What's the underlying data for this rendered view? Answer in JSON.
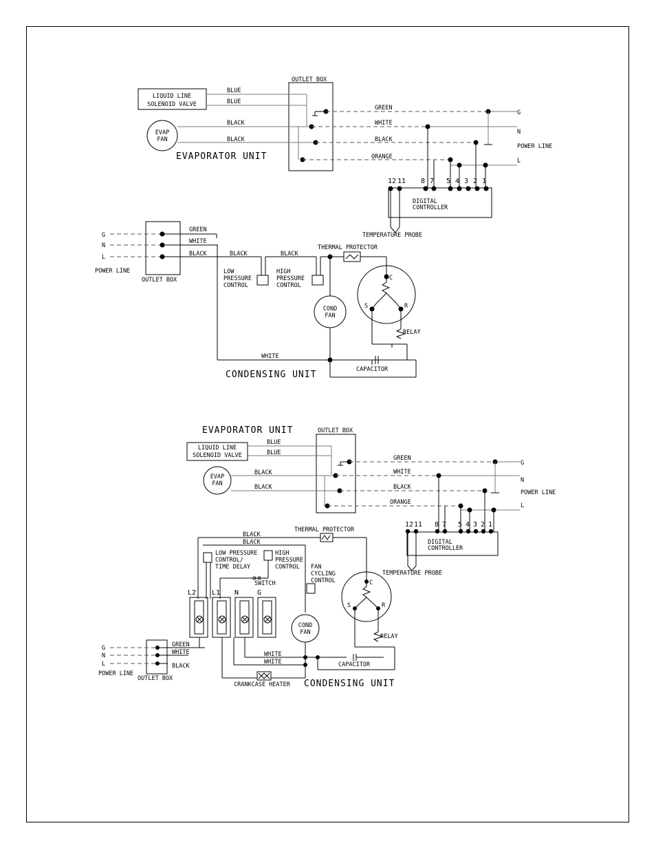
{
  "top": {
    "components": {
      "liquid_line": [
        "LIQUID LINE",
        "SOLENOID VALVE"
      ],
      "evap_fan": [
        "EVAP",
        "FAN"
      ],
      "outlet_box": "OUTLET BOX",
      "evaporator_unit": "EVAPORATOR UNIT",
      "digital_controller": [
        "DIGITAL",
        "CONTROLLER"
      ],
      "temperature_probe": "TEMPERATURE PROBE",
      "outlet_box_2": "OUTLET BOX",
      "low_pressure": [
        "LOW",
        "PRESSURE",
        "CONTROL"
      ],
      "high_pressure": [
        "HIGH",
        "PRESSURE",
        "CONTROL"
      ],
      "thermal_protector": "THERMAL PROTECTOR",
      "cond_fan": [
        "COND",
        "FAN"
      ],
      "relay": "RELAY",
      "capacitor": "CAPACITOR",
      "condensing_unit": "CONDENSING UNIT"
    },
    "wires": {
      "blue1": "BLUE",
      "blue2": "BLUE",
      "black1": "BLACK",
      "black2": "BLACK",
      "green": "GREEN",
      "white": "WHITE",
      "black": "BLACK",
      "orange": "ORANGE",
      "c_green": "GREEN",
      "c_white": "WHITE",
      "c_black": "BLACK",
      "c_black2": "BLACK",
      "c_black3": "BLACK",
      "c_white2": "WHITE"
    },
    "power_line": {
      "label": "POWER LINE",
      "g": "G",
      "n": "N",
      "l": "L"
    },
    "power_line_2": {
      "label": "POWER LINE",
      "g": "G",
      "n": "N",
      "l": "L"
    },
    "terminals": [
      "12",
      "11",
      "8",
      "7",
      "5",
      "4",
      "3",
      "2",
      "1"
    ],
    "compressor": {
      "c": "C",
      "s": "S",
      "r": "R"
    }
  },
  "bottom": {
    "components": {
      "evaporator_unit": "EVAPORATOR UNIT",
      "outlet_box": "OUTLET BOX",
      "liquid_line": [
        "LIQUID LINE",
        "SOLENOID VALVE"
      ],
      "evap_fan": [
        "EVAP",
        "FAN"
      ],
      "digital_controller": [
        "DIGITAL",
        "CONTROLLER"
      ],
      "thermal_protector": "THERMAL PROTECTOR",
      "low_pressure": [
        "LOW PRESSURE",
        "CONTROL/",
        "TIME DELAY"
      ],
      "high_pressure": [
        "HIGH",
        "PRESSURE",
        "CONTROL"
      ],
      "fan_cycling": [
        "FAN",
        "CYCLING",
        "CONTROL"
      ],
      "switch": "SWITCH",
      "temperature_probe": "TEMPERATURE PROBE",
      "cond_fan": [
        "COND",
        "FAN"
      ],
      "relay": "RELAY",
      "capacitor": "CAPACITOR",
      "outlet_box_2": "OUTLET BOX",
      "crankcase_heater": "CRANKCASE HEATER",
      "condensing_unit": "CONDENSING UNIT"
    },
    "wires": {
      "blue1": "BLUE",
      "blue2": "BLUE",
      "black1": "BLACK",
      "black2": "BLACK",
      "green": "GREEN",
      "white": "WHITE",
      "black": "BLACK",
      "orange": "ORANGE",
      "b_black1": "BLACK",
      "b_black2": "BLACK",
      "c_green": "GREEN",
      "c_white": "WHITE",
      "c_black": "BLACK",
      "w1": "WHITE",
      "w2": "WHITE"
    },
    "power_line": {
      "label": "POWER LINE",
      "g": "G",
      "n": "N",
      "l": "L"
    },
    "power_line_2": {
      "label": "POWER LINE",
      "g": "G",
      "n": "N",
      "l": "L"
    },
    "terminals": [
      "12",
      "11",
      "8",
      "7",
      "5",
      "4",
      "3",
      "2",
      "1"
    ],
    "terminal_block": [
      "L2",
      "L1",
      "N",
      "G"
    ],
    "compressor": {
      "c": "C",
      "s": "S",
      "r": "R"
    }
  }
}
